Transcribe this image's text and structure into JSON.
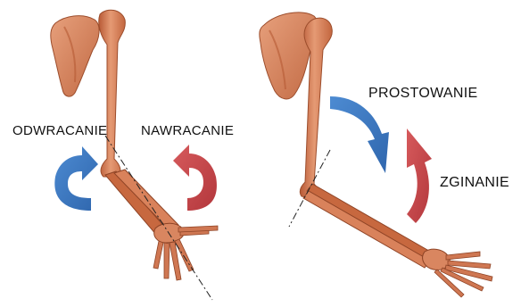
{
  "labels": {
    "supination": "ODWRACANIE",
    "pronation": "NAWRACANIE",
    "extension": "PROSTOWANIE",
    "flexion": "ZGINANIE"
  },
  "colors": {
    "bone": "#d9825b",
    "bone_shadow": "#a8512f",
    "bone_highlight": "#f0b08c",
    "arrow_blue": "#3c79c2",
    "arrow_red": "#c8454a",
    "axis_line": "#222222"
  }
}
